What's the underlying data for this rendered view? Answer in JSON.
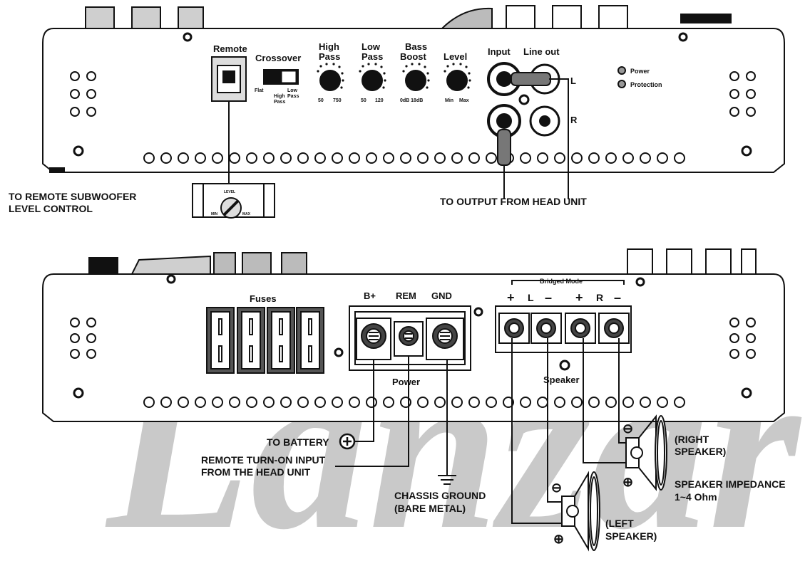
{
  "watermark": "Lanzar",
  "top_panel": {
    "remote": "Remote",
    "crossover": "Crossover",
    "crossover_flat": "Flat",
    "crossover_high": "High",
    "crossover_high2": "Pass",
    "crossover_low": "Low",
    "crossover_low2": "Pass",
    "high_pass_1": "High",
    "high_pass_2": "Pass",
    "high_pass_min": "50",
    "high_pass_max": "750",
    "low_pass_1": "Low",
    "low_pass_2": "Pass",
    "low_pass_min": "50",
    "low_pass_max": "120",
    "bass_boost_1": "Bass",
    "bass_boost_2": "Boost",
    "bass_boost_range": "0dB 18dB",
    "level": "Level",
    "level_min": "Min",
    "level_max": "Max",
    "input": "Input",
    "line_out": "Line out",
    "ch_l": "L",
    "ch_r": "R",
    "led_power": "Power",
    "led_protection": "Protection",
    "remote_knob_min": "MIN",
    "remote_knob_max": "MAX",
    "remote_knob_level": "LEVEL"
  },
  "top_callouts": {
    "remote_line1": "TO  REMOTE SUBWOOFER",
    "remote_line2": "LEVEL CONTROL",
    "head_unit": "TO  OUTPUT FROM HEAD UNIT"
  },
  "bottom_panel": {
    "fuses": "Fuses",
    "b_plus": "B+",
    "rem": "REM",
    "gnd": "GND",
    "power": "Power",
    "bridged_mode": "Bridged Mode",
    "plus_l": "+",
    "l": "L",
    "minus_l": "–",
    "plus_r": "+",
    "r": "R",
    "minus_r": "–",
    "speaker": "Speaker"
  },
  "bottom_callouts": {
    "battery": "TO  BATTERY",
    "remote_on_1": "REMOTE TURN-ON INPUT",
    "remote_on_2": "FROM THE HEAD UNIT",
    "ground_1": "CHASSIS GROUND",
    "ground_2": "(BARE METAL)",
    "right_spk_1": "(RIGHT",
    "right_spk_2": "SPEAKER)",
    "left_spk_1": "(LEFT",
    "left_spk_2": "SPEAKER)",
    "impedance_1": "SPEAKER    IMPEDANCE",
    "impedance_2": "1~4 Ohm",
    "plus_sym": "⊕",
    "minus_sym": "⊖"
  }
}
